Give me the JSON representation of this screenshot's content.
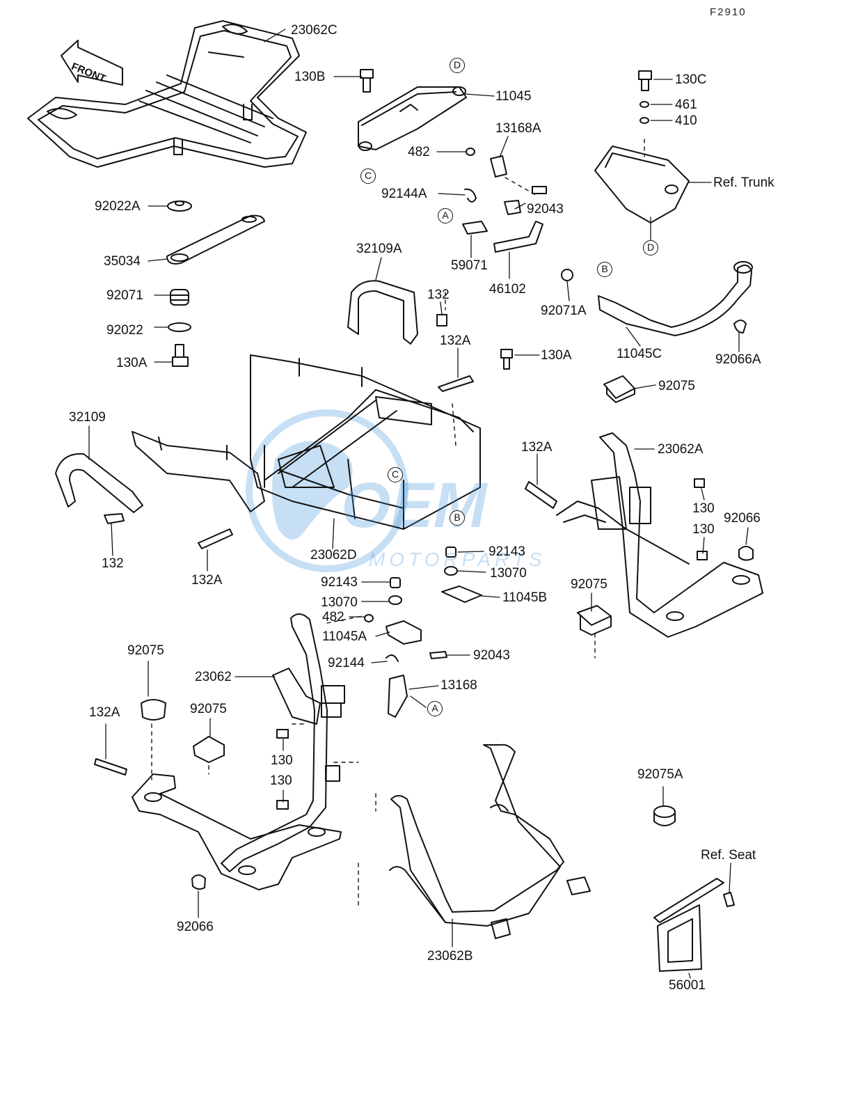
{
  "diagram_code": "F2910",
  "front_arrow": "FRONT",
  "watermark": {
    "brand": "OEM",
    "sub": "MOTORPARTS",
    "color": "#3a8fd8"
  },
  "line_color": "#111111",
  "labels": {
    "p23062C": "23062C",
    "p130B": "130B",
    "p11045": "11045",
    "p13168A": "13168A",
    "p482a": "482",
    "p130C": "130C",
    "p461": "461",
    "p410": "410",
    "refTrunk": "Ref. Trunk",
    "p92022A": "92022A",
    "p35034": "35034",
    "p92144A": "92144A",
    "p92043a": "92043",
    "p59071": "59071",
    "p46102": "46102",
    "p32109A": "32109A",
    "p92071": "92071",
    "p92022": "92022",
    "p130A_l": "130A",
    "p132top": "132",
    "p132A_top": "132A",
    "p130A_r": "130A",
    "p92071A": "92071A",
    "p11045C": "11045C",
    "p92066A": "92066A",
    "p92075a": "92075",
    "p32109": "32109",
    "p132A_mid": "132A",
    "p23062A": "23062A",
    "p130_r1": "130",
    "p92066_r": "92066",
    "p130_r2": "130",
    "p132_l": "132",
    "p132A_l": "132A",
    "p23062D": "23062D",
    "p92143a": "92143",
    "p13070a": "13070",
    "p92143b": "92143",
    "p13070b": "13070",
    "p11045B": "11045B",
    "p92075b": "92075",
    "p482b": "482",
    "p11045A": "11045A",
    "p92144": "92144",
    "p92043b": "92043",
    "p13168": "13168",
    "p92075c": "92075",
    "p23062": "23062",
    "p92075d": "92075",
    "p132A_b": "132A",
    "p130_b1": "130",
    "p130_b2": "130",
    "p92075A": "92075A",
    "refSeat": "Ref. Seat",
    "p92066_b": "92066",
    "p23062B": "23062B",
    "p56001": "56001"
  },
  "markers": {
    "D_top": "D",
    "C_top": "C",
    "A_top": "A",
    "D_right": "D",
    "B_right": "B",
    "C_mid": "C",
    "B_mid": "B",
    "A_low": "A"
  }
}
